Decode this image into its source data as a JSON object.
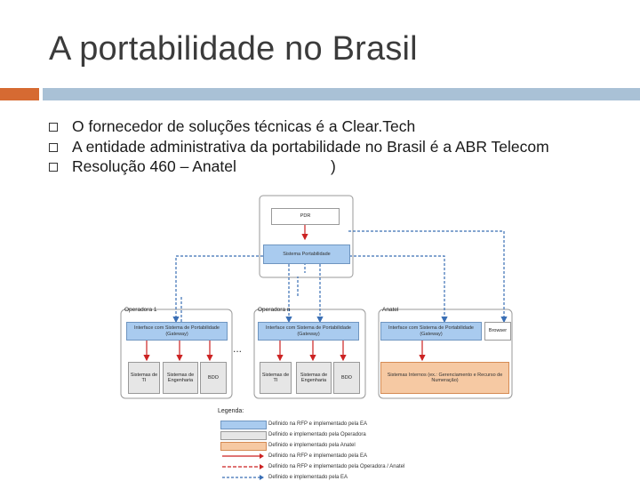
{
  "slide": {
    "title": "A portabilidade no Brasil",
    "bullets": [
      "O fornecedor de soluções técnicas é a Clear.Tech",
      "A entidade administrativa da portabilidade no Brasil é a ABR Telecom",
      "Resolução 460 – Anatel"
    ],
    "bullet3_tail": ")"
  },
  "diagram": {
    "top_box": "PDR",
    "top_system": "Sistema Portabilidade",
    "groups": {
      "op1": "Operadora 1",
      "opn": "Operadora n",
      "anatel": "Anatel"
    },
    "interface1": "Interface com Sistema de Portabilidade (Gateway)",
    "interfacen": "Interface com Sistema de Portabilidade (Gateway)",
    "interface_anatel": "Interface com Sistema de Portabilidade (Gateway)",
    "browser": "Browser",
    "op1_sys1": "Sistemas de TI",
    "op1_sys2": "Sistemas de Engenharia",
    "op1_sys3": "BDO",
    "opn_sys1": "Sistemas de TI",
    "opn_sys2": "Sistemas de Engenharia",
    "opn_sys3": "BDO",
    "anatel_sys": "Sistemas Internos (ex.: Gerenciamento e Recurso de Numeração)",
    "ellipsis": "...",
    "legend_title": "Legenda:",
    "legend": [
      {
        "text": "Definido na RFP e implementado pela EA",
        "color": "#a9cbef",
        "kind": "fill"
      },
      {
        "text": "Definido e implementado pela Operadora",
        "color": "#e6e6e6",
        "kind": "fill"
      },
      {
        "text": "Definido e implementado pela Anatel",
        "color": "#f6c9a3",
        "kind": "fill"
      },
      {
        "text": "Definido na RFP e implementado pela EA",
        "color": "#cc2222",
        "kind": "arrow"
      },
      {
        "text": "Definido na RFP e implementado pela Operadora / Anatel",
        "color": "#cc2222",
        "kind": "arrow"
      },
      {
        "text": "Definido e implementado pela EA",
        "color": "#3a6fb5",
        "kind": "dashed"
      }
    ]
  },
  "colors": {
    "accent_orange": "#d66a32",
    "accent_blue": "#a9c1d6",
    "arrow_red": "#cc2222",
    "arrow_blue": "#3a6fb5"
  }
}
